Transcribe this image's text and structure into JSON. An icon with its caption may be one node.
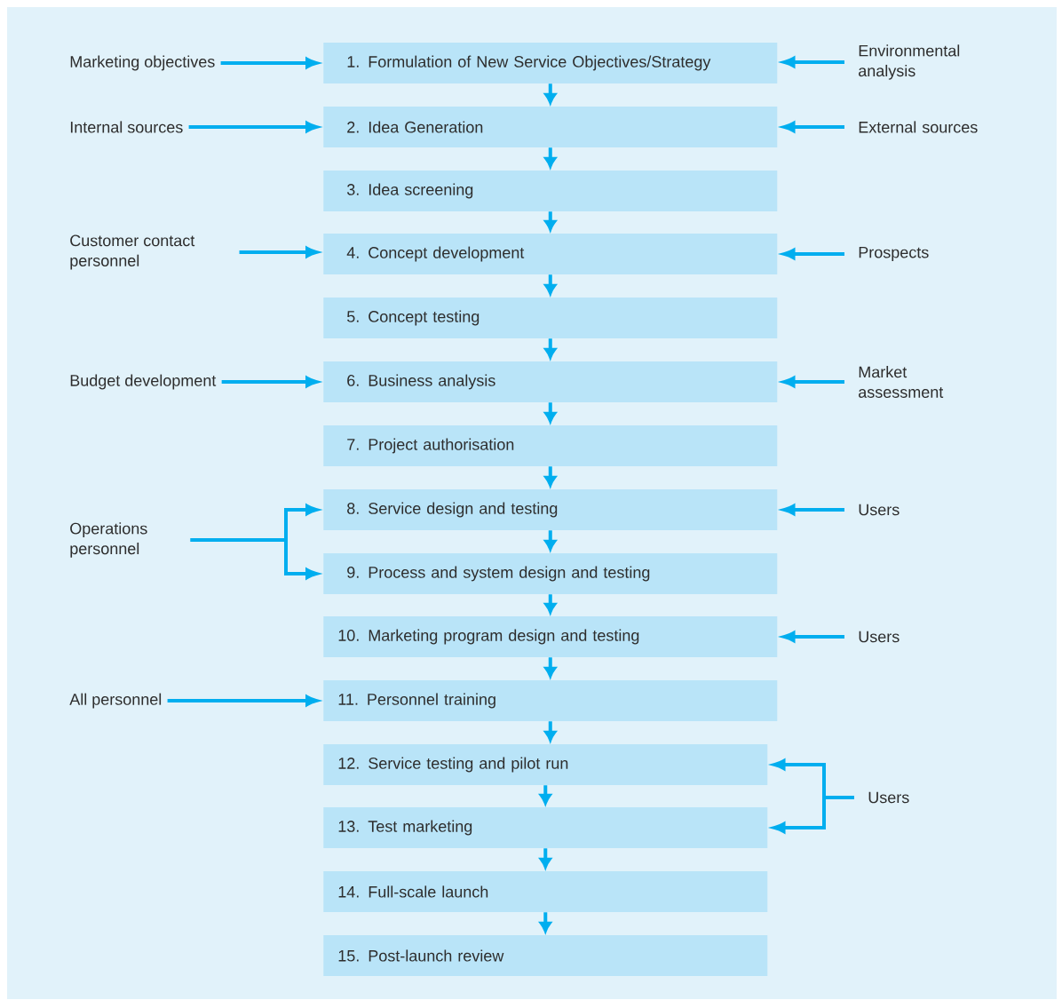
{
  "diagram": {
    "nodes": [
      {
        "text": [
          "1. Formulation of New Service Objectives/Strategy"
        ]
      },
      {
        "text": [
          "2. Idea Generation"
        ]
      },
      {
        "text": [
          "3. Idea screening"
        ]
      },
      {
        "text": [
          "4. Concept development"
        ]
      },
      {
        "text": [
          "5. Concept testing"
        ]
      },
      {
        "text": [
          "6. Business analysis"
        ]
      },
      {
        "text": [
          "7. Project authorisation"
        ]
      },
      {
        "text": [
          "8. Service design and testing"
        ]
      },
      {
        "text": [
          "9. Process and system design and testing"
        ]
      },
      {
        "text": [
          "10. Marketing program design and testing"
        ]
      },
      {
        "text": [
          "11. Personnel training"
        ]
      },
      {
        "text": [
          "12. Service testing and pilot run"
        ]
      },
      {
        "text": [
          "13. Test marketing"
        ]
      },
      {
        "text": [
          "14. Full-scale launch"
        ]
      },
      {
        "text": [
          "15. Post-launch review"
        ]
      },
      {
        "text": [
          "Marketing objectives"
        ]
      },
      {
        "text": [
          "Environmental analysis"
        ]
      },
      {
        "text": [
          "Internal sources"
        ]
      },
      {
        "text": [
          "External sources"
        ]
      },
      {
        "text": [
          "Customer contact personnel"
        ]
      },
      {
        "text": [
          "Prospects"
        ]
      },
      {
        "text": [
          "Budget development"
        ]
      },
      {
        "text": [
          "Market assessment"
        ]
      },
      {
        "text": [
          "Operations personnel"
        ]
      },
      {
        "text": [
          "Users"
        ]
      },
      {
        "text": [
          "Users"
        ]
      },
      {
        "text": [
          "All personnel"
        ]
      },
      {
        "text": [
          "Users"
        ]
      }
    ],
    "edges": [
      {
        "from": 0,
        "to": 1,
        "arrow": "to"
      },
      {
        "from": 1,
        "to": 2,
        "arrow": "to"
      },
      {
        "from": 2,
        "to": 3,
        "arrow": "to"
      },
      {
        "from": 3,
        "to": 4,
        "arrow": "to"
      },
      {
        "from": 4,
        "to": 5,
        "arrow": "to"
      },
      {
        "from": 5,
        "to": 6,
        "arrow": "to"
      },
      {
        "from": 6,
        "to": 7,
        "arrow": "to"
      },
      {
        "from": 7,
        "to": 8,
        "arrow": "to"
      },
      {
        "from": 8,
        "to": 9,
        "arrow": "to"
      },
      {
        "from": 9,
        "to": 10,
        "arrow": "to"
      },
      {
        "from": 10,
        "to": 11,
        "arrow": "to"
      },
      {
        "from": 11,
        "to": 12,
        "arrow": "to"
      },
      {
        "from": 12,
        "to": 13,
        "arrow": "to"
      },
      {
        "from": 13,
        "to": 14,
        "arrow": "to"
      },
      {
        "from": 15,
        "to": 0,
        "arrow": "to"
      },
      {
        "from": 16,
        "to": 0,
        "arrow": "to"
      },
      {
        "from": 17,
        "to": 1,
        "arrow": "to"
      },
      {
        "from": 18,
        "to": 1,
        "arrow": "to"
      },
      {
        "from": 19,
        "to": 3,
        "arrow": "to"
      },
      {
        "from": 20,
        "to": 3,
        "arrow": "to"
      },
      {
        "from": 21,
        "to": 5,
        "arrow": "to"
      },
      {
        "from": 22,
        "to": 5,
        "arrow": "to"
      },
      {
        "from": 23,
        "to": 7,
        "arrow": "to"
      },
      {
        "from": 23,
        "to": 8,
        "arrow": "to"
      },
      {
        "from": 24,
        "to": 7,
        "arrow": "to"
      },
      {
        "from": 25,
        "to": 9,
        "arrow": "to"
      },
      {
        "from": 26,
        "to": 10,
        "arrow": "to"
      },
      {
        "from": 27,
        "to": 11,
        "arrow": "to"
      },
      {
        "from": 27,
        "to": 12,
        "arrow": "to"
      }
    ]
  }
}
